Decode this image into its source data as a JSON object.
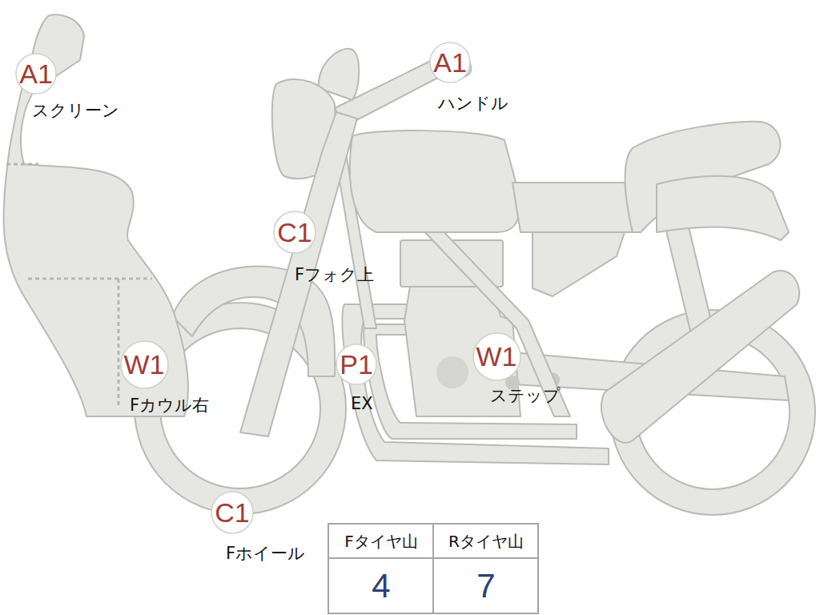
{
  "diagram": {
    "nodes": [
      {
        "text": [
          "A1",
          "スクリーン"
        ]
      },
      {
        "text": [
          "A1",
          "ハンドル"
        ]
      },
      {
        "text": [
          "C1",
          "Fフォク上"
        ]
      },
      {
        "text": [
          "W1",
          "Fカウル右"
        ]
      },
      {
        "text": [
          "P1",
          "EX"
        ]
      },
      {
        "text": [
          "W1",
          "ステップ"
        ]
      },
      {
        "text": [
          "C1",
          "Fホイール"
        ]
      }
    ],
    "labels": [
      "Fタイヤ山",
      "Rタイヤ山",
      "4",
      "7"
    ]
  }
}
